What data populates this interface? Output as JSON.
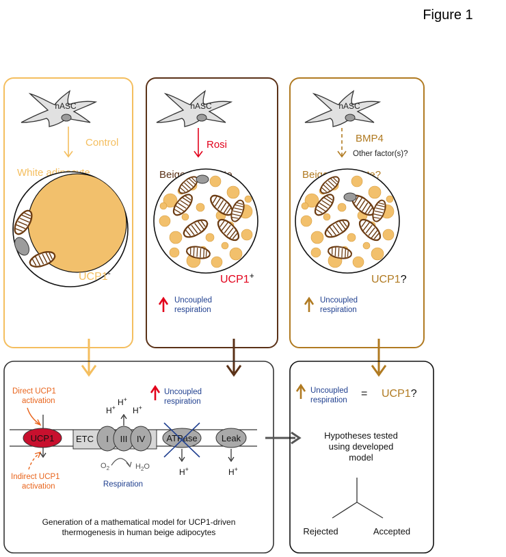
{
  "figure_label": "Figure 1",
  "colors": {
    "light_orange": "#f4be5e",
    "dark_brown": "#5a3117",
    "gold_brown": "#b07a21",
    "lipid_fill": "#f2c06c",
    "red": "#e2001a",
    "ucp1_red": "#c8102e",
    "blue": "#1f3f8f",
    "orange_text": "#e8641c",
    "gray_fill": "#c4c4c4",
    "dark_gray": "#555555"
  },
  "panels": {
    "control": {
      "cell_label": "hASC",
      "treatment": "Control",
      "result": "White adipocyte",
      "ucp1": "UCP1",
      "ucp1_sup": "-"
    },
    "rosi": {
      "cell_label": "hASC",
      "treatment": "Rosi",
      "result": "Beige adipocyte",
      "ucp1": "UCP1",
      "ucp1_sup": "+",
      "uncoupled_line1": "Uncoupled",
      "uncoupled_line2": "respiration"
    },
    "bmp4": {
      "cell_label": "hASC",
      "treatment": "BMP4",
      "other": "Other factor(s)?",
      "result": "Beige adipocyte?",
      "ucp1": "UCP1",
      "ucp1_q": "?",
      "uncoupled_line1": "Uncoupled",
      "uncoupled_line2": "respiration"
    }
  },
  "model": {
    "direct_line1": "Direct UCP1",
    "direct_line2": "activation",
    "indirect_line1": "Indirect UCP1",
    "indirect_line2": "activation",
    "ucp1": "UCP1",
    "etc": "ETC",
    "complex_1": "I",
    "complex_3": "III",
    "complex_4": "IV",
    "atpase": "ATPase",
    "leak": "Leak",
    "hplus": "H",
    "plus": "+",
    "o2": "O",
    "o2_sub": "2",
    "h2o_h": "H",
    "h2o_sub": "2",
    "h2o_o": "O",
    "respiration": "Respiration",
    "uncoupled_line1": "Uncoupled",
    "uncoupled_line2": "respiration",
    "caption_line1": "Generation of a mathematical model for UCP1-driven",
    "caption_line2": "thermogenesis in human beige adipocytes"
  },
  "hypothesis": {
    "uncoupled_line1": "Uncoupled",
    "uncoupled_line2": "respiration",
    "equals": "=",
    "ucp1": "UCP1",
    "ucp1_q": "?",
    "text_line1": "Hypotheses tested",
    "text_line2": "using developed",
    "text_line3": "model",
    "rejected": "Rejected",
    "accepted": "Accepted"
  }
}
